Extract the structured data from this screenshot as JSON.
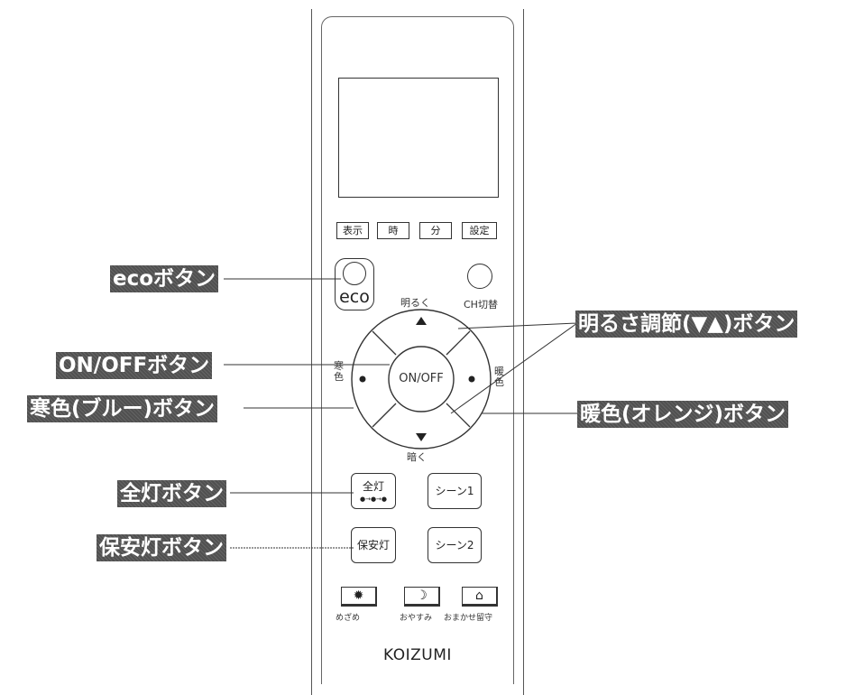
{
  "labels": {
    "eco": "ecoボタン",
    "onoff": "ON/OFFボタン",
    "cool": "寒色(ブルー)ボタン",
    "all_light": "全灯ボタン",
    "security": "保安灯ボタン",
    "brightness": "明るさ調節(▼▲)ボタン",
    "warm": "暖色(オレンジ)ボタン"
  },
  "remote": {
    "top_buttons": [
      "表示",
      "時",
      "分",
      "設定"
    ],
    "eco_button": "eco",
    "ch_button": "CH切替",
    "up_label": "明るく",
    "down_label": "暗く",
    "cool_label": "寒色",
    "warm_label": "暖色",
    "onoff_button": "ON/OFF",
    "all_light_button": "全灯",
    "all_light_sub": "●→●→●",
    "scene1_button": "シーン1",
    "security_button": "保安灯",
    "scene2_button": "シーン2",
    "mode_buttons": [
      {
        "icon": "sun-icon",
        "label": "めざめ"
      },
      {
        "icon": "moon-icon",
        "label": "おやすみ"
      },
      {
        "icon": "house-icon",
        "label": "おまかせ留守"
      }
    ],
    "brand": "KOIZUMI"
  }
}
